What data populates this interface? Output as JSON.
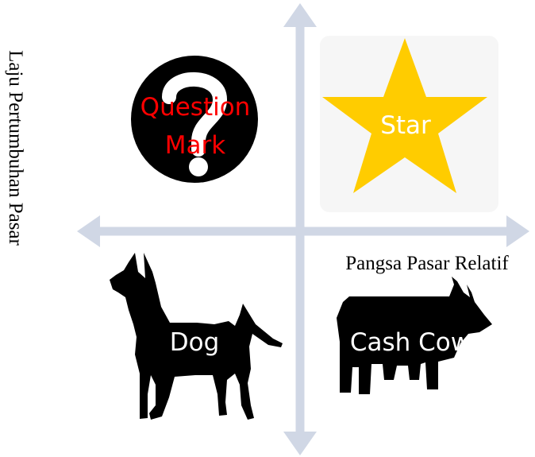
{
  "axis_labels": {
    "y": "Laju Pertumbuhan Pasar",
    "x": "Pangsa Pasar Relatif"
  },
  "quadrants": {
    "question_mark": {
      "line1": "Question",
      "line2": "Mark",
      "icon": "question-circle"
    },
    "star": {
      "label": "Star",
      "icon": "star"
    },
    "dog": {
      "label": "Dog",
      "icon": "dog-silhouette"
    },
    "cash_cow": {
      "label": "Cash Cow",
      "icon": "cow-silhouette"
    }
  },
  "colors": {
    "axis": "#D0D7E5",
    "question_text": "#FF0000",
    "star_fill": "#FFCC00",
    "silhouette": "#000000",
    "label_white": "#FFFFFF"
  }
}
